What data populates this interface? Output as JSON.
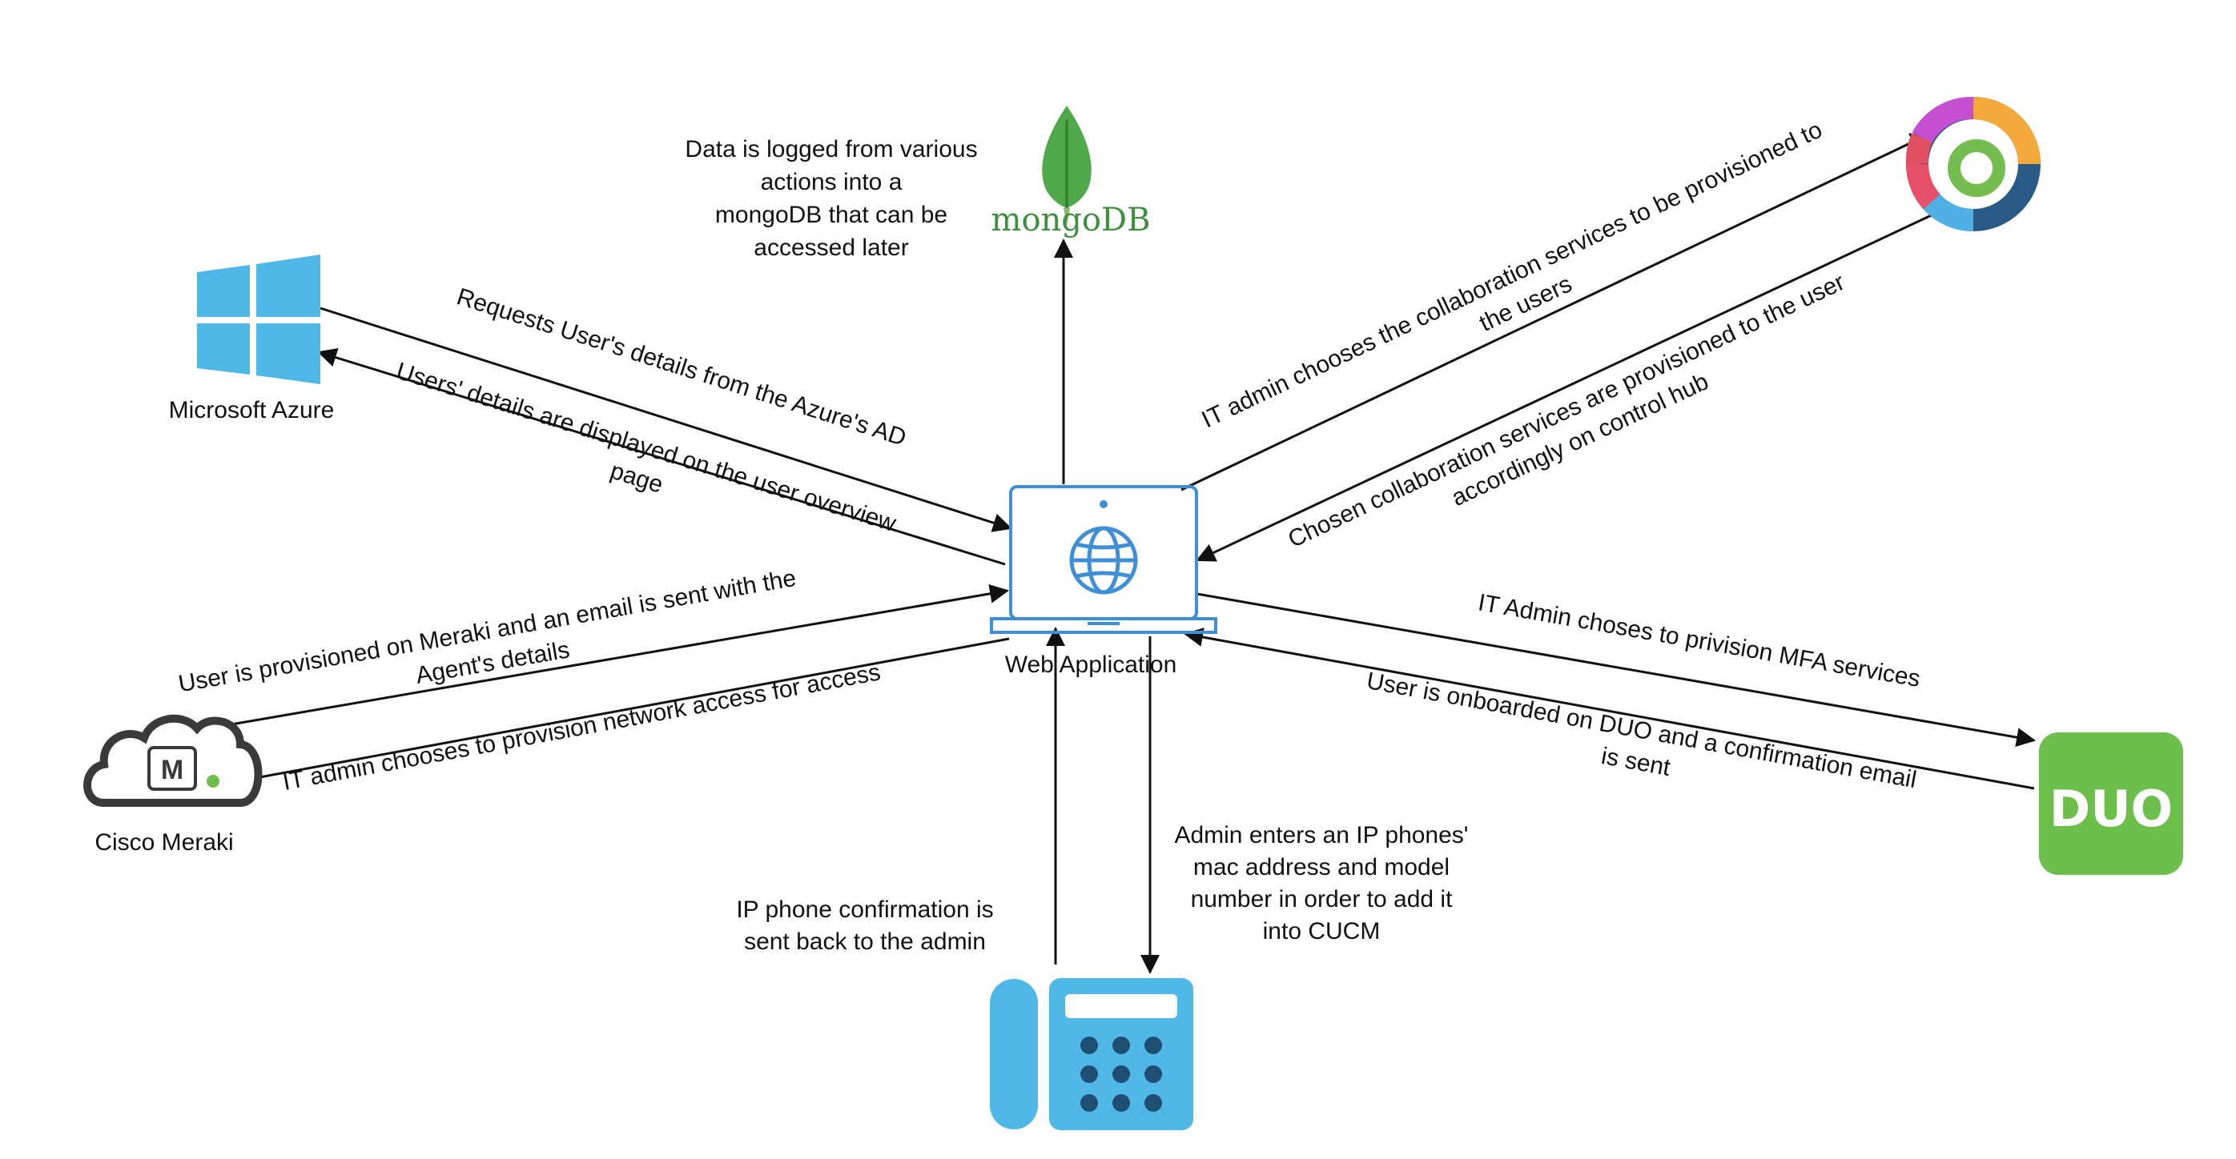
{
  "nodes": {
    "mongodb": {
      "logo_text": "mongoDB",
      "note_lines": [
        "Data is logged from various",
        "actions into a",
        "mongoDB that can be",
        "accessed later"
      ]
    },
    "azure": {
      "label": "Microsoft Azure",
      "icon": "windows-logo-icon"
    },
    "meraki": {
      "label": "Cisco Meraki",
      "icon": "meraki-cloud-icon",
      "badge": "M"
    },
    "webapp": {
      "label": "Web Application",
      "icon": "laptop-globe-icon"
    },
    "webex": {
      "icon": "webex-logo-icon"
    },
    "duo": {
      "logo_text": "DUO",
      "icon": "duo-logo-icon"
    },
    "phone": {
      "icon": "ip-phone-icon"
    }
  },
  "edges": [
    {
      "id": "webapp-to-azure",
      "lines": [
        "Requests User's details from the Azure's AD"
      ]
    },
    {
      "id": "azure-to-webapp",
      "lines": [
        "Users' details are displayed on the user overview",
        "page"
      ]
    },
    {
      "id": "meraki-to-webapp",
      "lines": [
        "User is provisioned on Meraki and an email is sent with the",
        "Agent's details"
      ]
    },
    {
      "id": "webapp-to-meraki",
      "lines": [
        "IT admin chooses to provision network access for access"
      ]
    },
    {
      "id": "webapp-to-webex",
      "lines": [
        "IT admin chooses the collaboration services to be provisioned to",
        "the users"
      ]
    },
    {
      "id": "webex-to-webapp",
      "lines": [
        "Chosen collaboration services are provisioned to the user",
        "accordingly on control hub"
      ]
    },
    {
      "id": "webapp-to-duo",
      "lines": [
        "IT Admin choses to privision MFA services"
      ]
    },
    {
      "id": "duo-to-webapp",
      "lines": [
        "User is onboarded on DUO and a confirmation email",
        "is  sent"
      ]
    },
    {
      "id": "phone-to-webapp",
      "lines": [
        "IP phone confirmation is",
        "sent back to the admin"
      ]
    },
    {
      "id": "webapp-to-phone",
      "lines": [
        "Admin enters an IP phones'",
        "mac address and model",
        "number in order to add it",
        "into CUCM"
      ]
    }
  ],
  "colors": {
    "accent_blue": "#4fb8e7",
    "webapp_blue": "#3f8fd6",
    "mongo_green": "#4fa94a",
    "duo_green": "#6cbf4b",
    "phone_dark": "#1e4f73",
    "line": "#111111"
  }
}
